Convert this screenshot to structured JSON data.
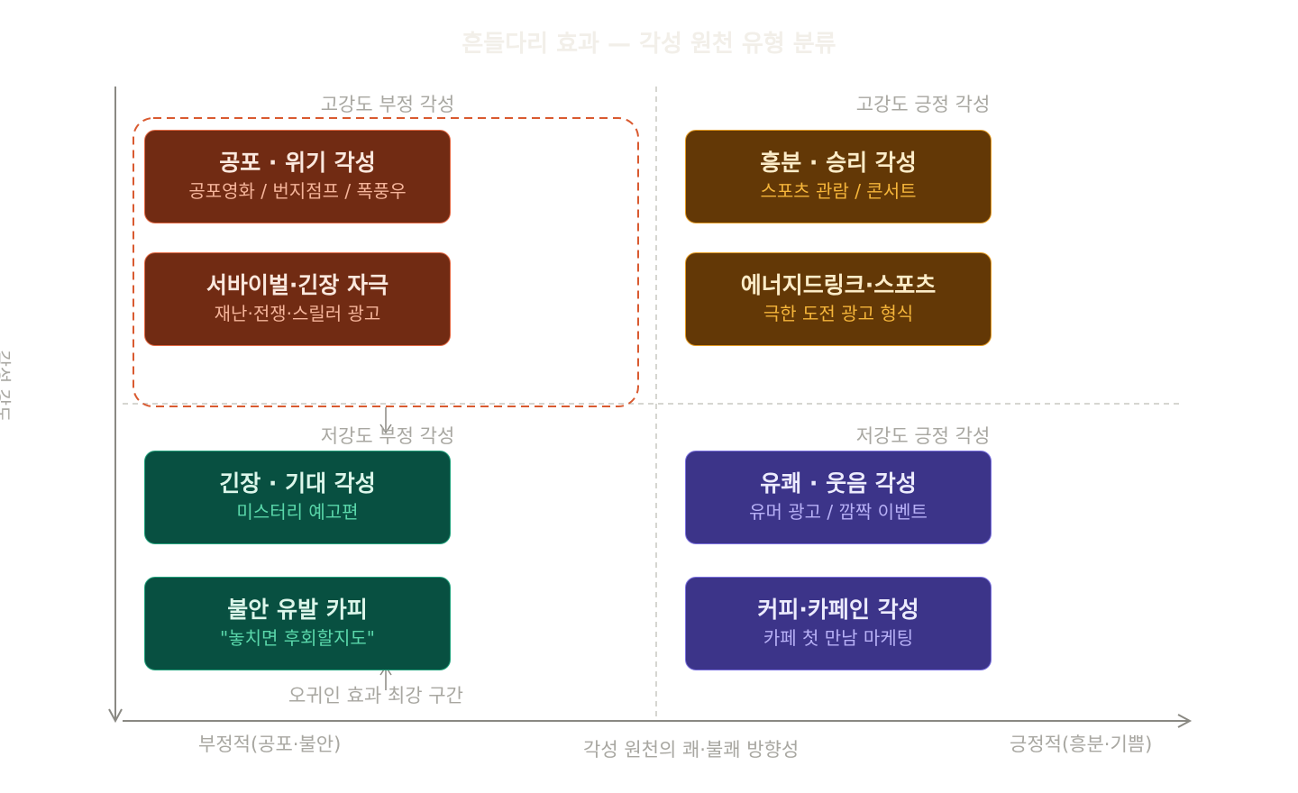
{
  "title": "흔들다리 효과 — 각성 원천 유형 분류",
  "quadrants": {
    "top_left_label": "고강도 부정 각성",
    "top_right_label": "고강도 긍정 각성",
    "bottom_left_label": "저강도 부정 각성",
    "bottom_right_label": "저강도 긍정 각성"
  },
  "boxes": {
    "fear": {
      "title": "공포 · 위기 각성",
      "subtitle": "공포영화 / 번지점프 / 폭풍우"
    },
    "survival": {
      "title": "서바이벌·긴장 자극",
      "subtitle": "재난·전쟁·스릴러 광고"
    },
    "excitement": {
      "title": "흥분 · 승리 각성",
      "subtitle": "스포츠 관람 / 콘서트"
    },
    "energy": {
      "title": "에너지드링크·스포츠",
      "subtitle": "극한 도전 광고 형식"
    },
    "tension": {
      "title": "긴장 · 기대 각성",
      "subtitle": "미스터리 예고편"
    },
    "anxiety": {
      "title": "불안 유발 카피",
      "subtitle": "\"놓치면 후회할지도\""
    },
    "humor": {
      "title": "유쾌 · 웃음 각성",
      "subtitle": "유머 광고 / 깜짝 이벤트"
    },
    "coffee": {
      "title": "커피·카페인 각성",
      "subtitle": "카페 첫 만남 마케팅"
    }
  },
  "annotation": "오귀인 효과 최강 구간",
  "x_axis": {
    "left_label": "부정적(공포·불안)",
    "center_label": "각성 원천의 쾌·불쾌 방향성",
    "right_label": "긍정적(흥분·기쁨)"
  },
  "y_axis": {
    "label": "각성 강도"
  },
  "colors": {
    "red_fill": "#712b13",
    "red_border": "#e46a45",
    "amber_fill": "#633806",
    "amber_border": "#e59c24",
    "green_fill": "#085041",
    "green_border": "#23a37d",
    "purple_fill": "#3c3489",
    "purple_border": "#7a70df",
    "highlight_dash": "#d95a30",
    "axis": "#8a8983",
    "grid": "#c9c8c2"
  }
}
